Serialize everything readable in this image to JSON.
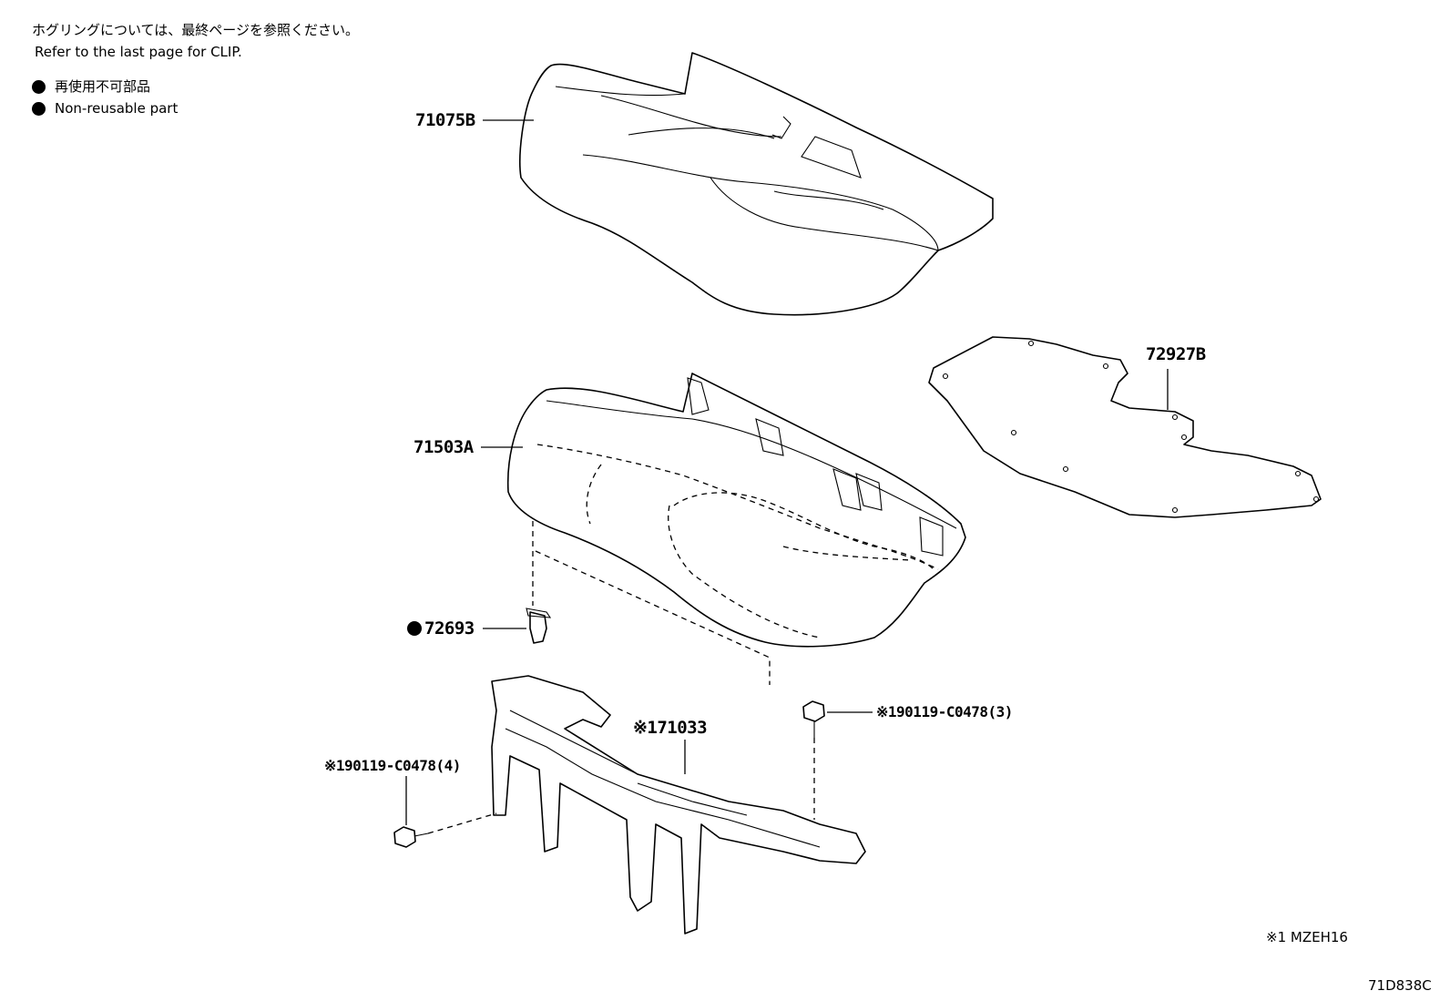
{
  "notes": {
    "clip_note_ja": "ホグリングについては、最終ページを参照ください。",
    "clip_note_en": "Refer to the last page for CLIP."
  },
  "legend": {
    "non_reusable_ja": "再使用不可部品",
    "non_reusable_en": "Non-reusable part"
  },
  "parts": {
    "cover": "71075B",
    "pad": "71503A",
    "heater": "72927B",
    "clip": "72693",
    "frame": "※171033",
    "bolt_left": "※190119-C0478(4)",
    "bolt_right": "※190119-C0478(3)"
  },
  "footnotes": {
    "model": "※1 MZEH16",
    "drawing_code": "71D838C"
  },
  "icons": [
    "filled-circle-icon"
  ]
}
